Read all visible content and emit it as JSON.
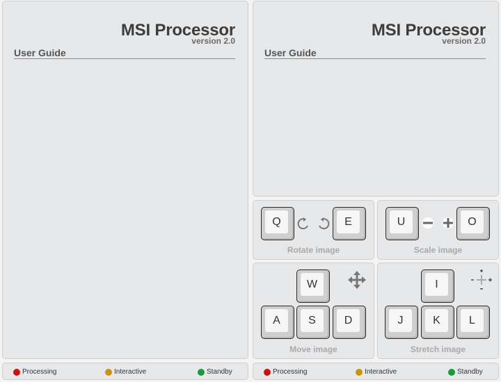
{
  "app": {
    "title": "MSI Processor",
    "version": "version 2.0",
    "subtitle": "User Guide"
  },
  "status": {
    "processing": "Processing",
    "interactive": "Interactive",
    "standby": "Standby",
    "colors": {
      "processing": "#cc1111",
      "interactive": "#c8960c",
      "standby": "#1a9a3a"
    }
  },
  "controls": {
    "rotate": {
      "caption": "Rotate image",
      "left_key": "Q",
      "right_key": "E",
      "icons": [
        "rotate-ccw-icon",
        "rotate-cw-icon"
      ]
    },
    "scale": {
      "caption": "Scale image",
      "minus_key": "U",
      "plus_key": "O",
      "icons": [
        "minus-icon",
        "plus-icon"
      ]
    },
    "move": {
      "caption": "Move image",
      "up": "W",
      "left": "A",
      "down": "S",
      "right": "D",
      "icon": "move-arrows-icon"
    },
    "stretch": {
      "caption": "Stretch image",
      "up": "I",
      "left": "J",
      "down": "K",
      "right": "L",
      "icon": "stretch-icon"
    }
  }
}
